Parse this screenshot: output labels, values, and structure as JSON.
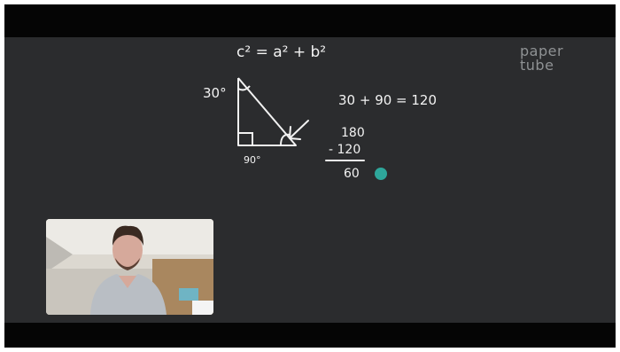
{
  "watermark": {
    "line1": "paper",
    "line2": "tube"
  },
  "board": {
    "equation": "c² = a² + b²",
    "angle_top": "30°",
    "angle_bottom": "90°",
    "sum_line": "30 + 90 = 120",
    "sub_top": "180",
    "sub_bottom": "- 120",
    "result": "60"
  },
  "colors": {
    "board": "#2b2c2e",
    "ink": "#f2f2f2",
    "cursor": "#2ea79b"
  },
  "icons": {
    "cursor": "pen-cursor-dot"
  }
}
